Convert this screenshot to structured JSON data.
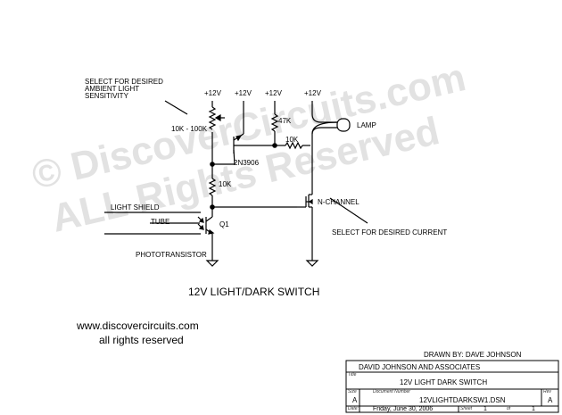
{
  "watermark": {
    "line1": "© DiscoverCircuits.com",
    "line2": "ALL Rights Reserved"
  },
  "notes": {
    "sensitivity": [
      "SELECT FOR DESIRED",
      "AMBIENT LIGHT",
      "SENSITIVITY"
    ],
    "current": "SELECT FOR DESIRED CURRENT"
  },
  "supply_labels": [
    "+12V",
    "+12V",
    "+12V",
    "+12V"
  ],
  "components": {
    "pot": "10K - 100K",
    "r_47k": "47K",
    "r_10k_top": "10K",
    "r_10k_bottom": "10K",
    "pnp": "2N3906",
    "mosfet": "N-CHANNEL",
    "lamp": "LAMP",
    "q1": "Q1",
    "phototransistor": "PHOTOTRANSISTOR",
    "light_shield": "LIGHT SHIELD",
    "tube": "TUBE"
  },
  "title": "12V LIGHT/DARK SWITCH",
  "website": "www.discovercircuits.com",
  "rights": "all rights reserved",
  "drawn_by": "DRAWN BY:  DAVE JOHNSON",
  "title_block": {
    "company": "DAVID JOHNSON AND ASSOCIATES",
    "title_caption": "Title",
    "title_value": "12V LIGHT DARK SWITCH",
    "size_caption": "Size",
    "size_value": "A",
    "docnum_caption": "Document Number",
    "docnum_value": "12VLIGHTDARKSW1.DSN",
    "rev_caption": "Rev",
    "rev_value": "A",
    "date_caption": "Date:",
    "date_value": "Friday, June 30, 2006",
    "sheet_caption": "Sheet",
    "sheet_num": "1",
    "of_caption": "of",
    "sheet_total": "1"
  }
}
